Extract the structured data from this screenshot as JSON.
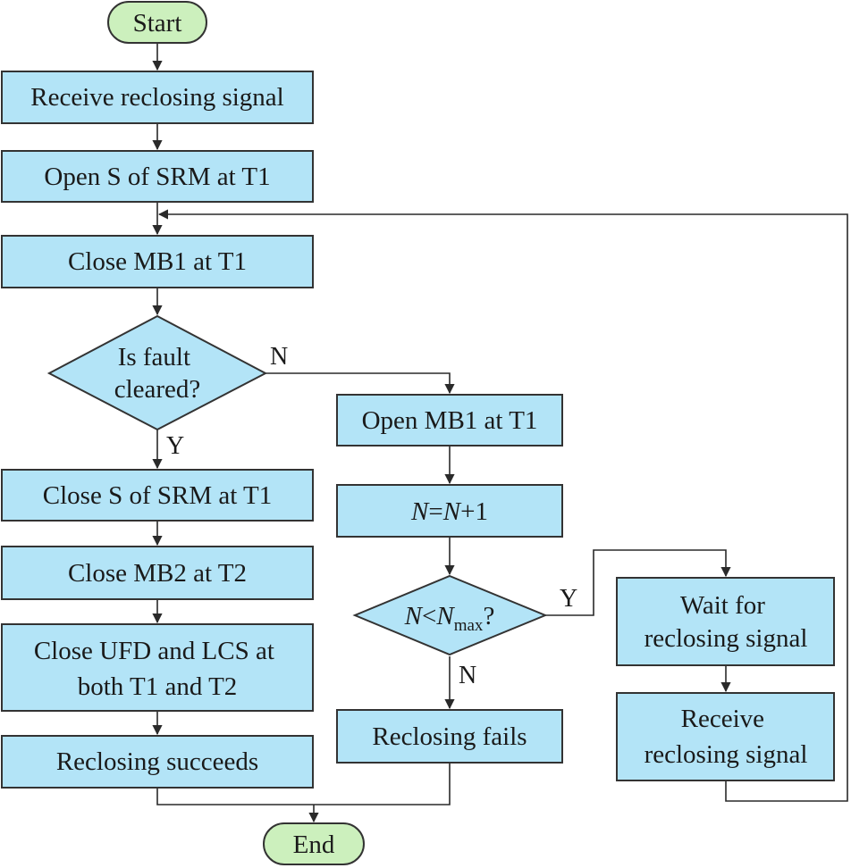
{
  "colors": {
    "process_fill": "#b3e4f7",
    "terminal_fill": "#ccf0bd",
    "line": "#2a2a2a",
    "border": "#333333"
  },
  "nodes": {
    "start": "Start",
    "receive_signal_1": "Receive reclosing signal",
    "open_s_srm_t1": "Open S of SRM at T1",
    "close_mb1_t1": "Close MB1 at T1",
    "is_fault_cleared": [
      "Is fault",
      "cleared?"
    ],
    "open_mb1_t1": "Open MB1 at T1",
    "n_increment": {
      "n1": "N",
      "eq": "=",
      "n2": "N",
      "plus": "+1"
    },
    "n_less_nmax": {
      "n": "N",
      "lt": "<",
      "nmax": "N",
      "sub": "max",
      "q": "?"
    },
    "wait_signal": [
      "Wait for",
      "reclosing signal"
    ],
    "receive_signal_2": [
      "Receive",
      "reclosing signal"
    ],
    "close_s_srm_t1": "Close S of SRM at T1",
    "close_mb2_t2": "Close MB2 at T2",
    "close_ufd_lcs": [
      "Close UFD and LCS at",
      "both T1 and T2"
    ],
    "reclosing_succeeds": "Reclosing succeeds",
    "reclosing_fails": "Reclosing fails",
    "end": "End"
  },
  "edge_labels": {
    "fault_no": "N",
    "fault_yes": "Y",
    "nmax_yes": "Y",
    "nmax_no": "N"
  }
}
